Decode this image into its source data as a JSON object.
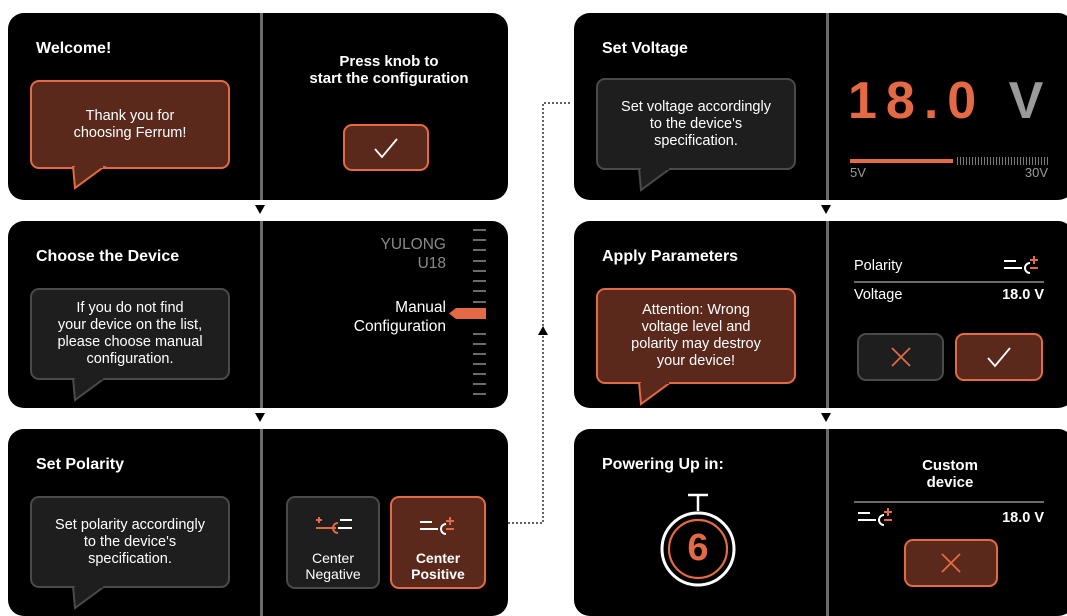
{
  "colors": {
    "accent": "#e36a44",
    "panel": "#000000",
    "divider": "#6b6b6b",
    "muted": "#9a9a9a"
  },
  "welcome": {
    "title": "Welcome!",
    "bubble": "Thank you for choosing Ferrum!",
    "prompt_line1": "Press knob to",
    "prompt_line2": "start the configuration",
    "confirm_icon": "check-icon"
  },
  "device": {
    "title": "Choose the Device",
    "bubble_lines": [
      "If you do not find",
      "your device on the list,",
      "please choose manual",
      "configuration."
    ],
    "list_item_1_line1": "YULONG",
    "list_item_1_line2": "U18",
    "list_item_2_line1": "Manual",
    "list_item_2_line2": "Configuration"
  },
  "polarity": {
    "title": "Set Polarity",
    "bubble_lines": [
      "Set polarity accordingly",
      "to the device's",
      "specification."
    ],
    "option_negative_line1": "Center",
    "option_negative_line2": "Negative",
    "option_positive_line1": "Center",
    "option_positive_line2": "Positive"
  },
  "voltage": {
    "title": "Set Voltage",
    "bubble_lines": [
      "Set voltage accordingly",
      "to the device's",
      "specification."
    ],
    "value_number": "18.0",
    "unit": "V",
    "slider_min": "5V",
    "slider_max": "30V",
    "slider_level": 0.52
  },
  "apply": {
    "title": "Apply Parameters",
    "bubble_lines": [
      "Attention: Wrong",
      "voltage level and",
      "polarity may destroy",
      "your device!"
    ],
    "row1_label": "Polarity",
    "row2_label": "Voltage",
    "row2_value": "18.0 V",
    "cancel_icon": "cross-icon",
    "confirm_icon": "check-icon"
  },
  "powering": {
    "title": "Powering Up in:",
    "countdown": "6",
    "device_line1": "Custom",
    "device_line2": "device",
    "voltage_value": "18.0 V",
    "cancel_icon": "cross-icon"
  }
}
